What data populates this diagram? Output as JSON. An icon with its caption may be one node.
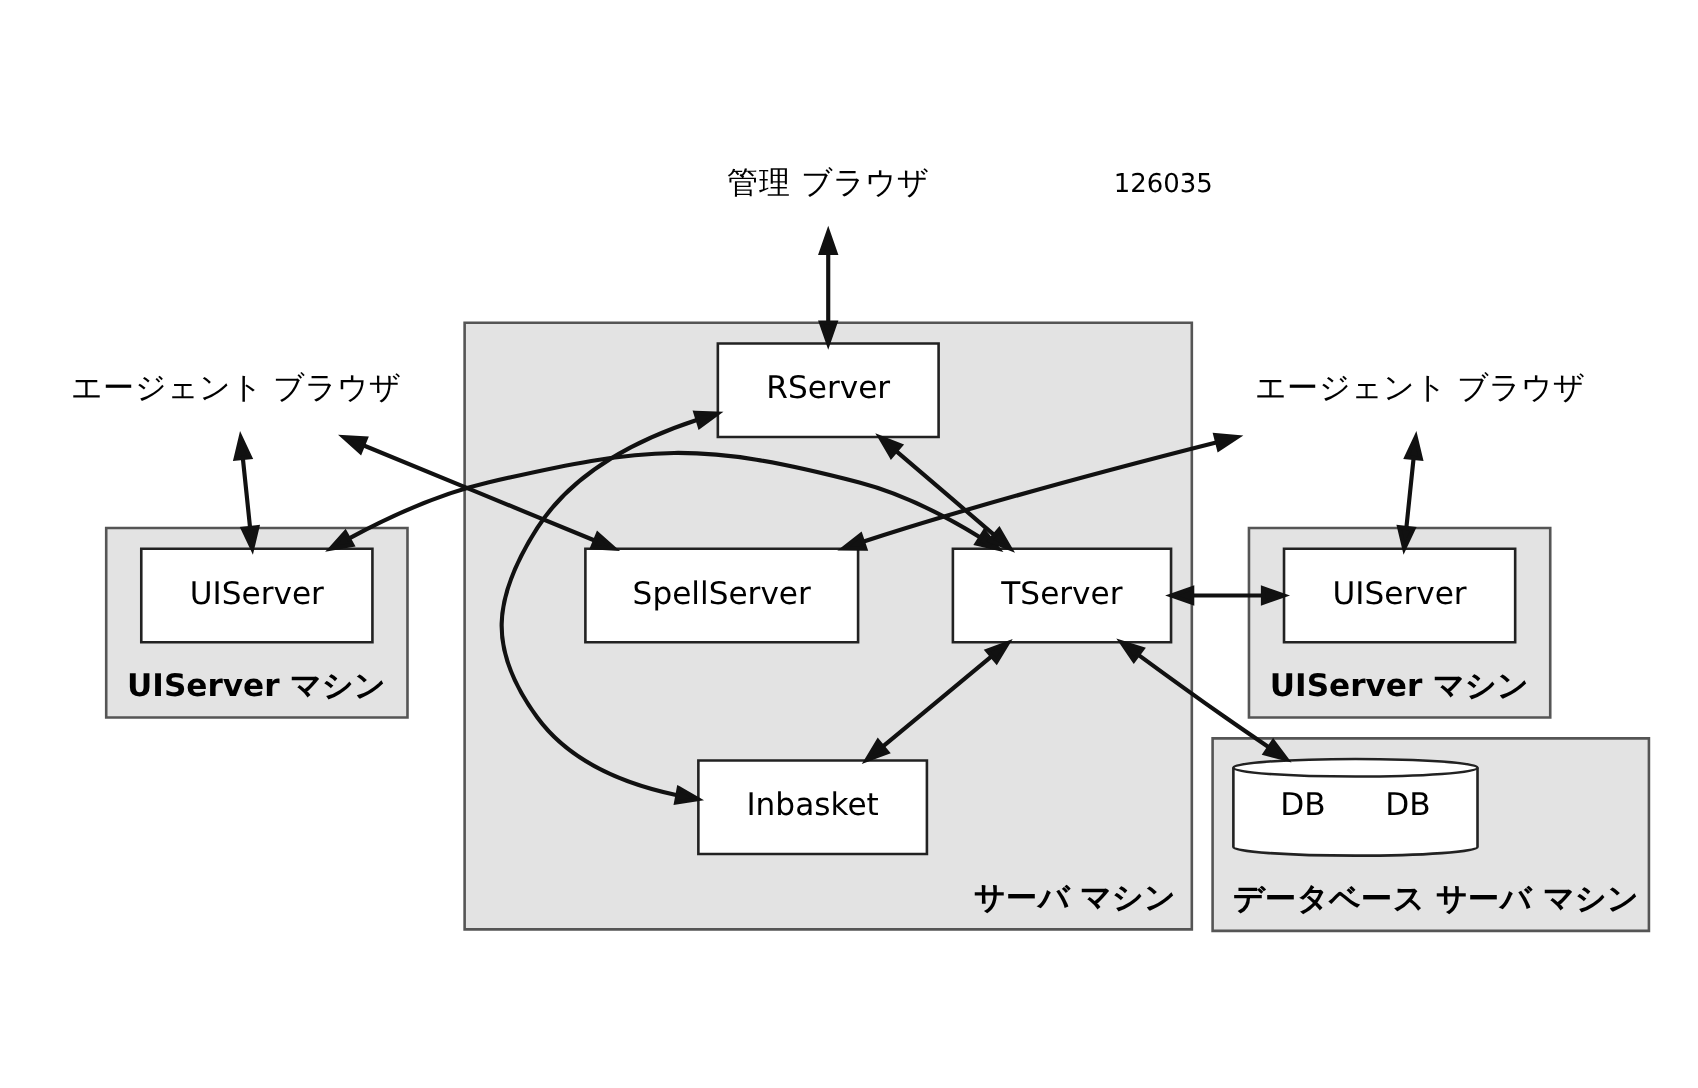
{
  "diagram": {
    "nodes": [
      {
        "text": [
          "エージェント ブラウザ"
        ]
      },
      {
        "text": [
          "エージェント ブラウザ"
        ]
      },
      {
        "text": [
          "管理 ブラウザ"
        ]
      },
      {
        "text": [
          "UIServer マシン"
        ]
      },
      {
        "text": [
          "UIServer"
        ],
        "in": 3
      },
      {
        "text": [
          "UIServer マシン"
        ]
      },
      {
        "text": [
          "UIServer"
        ],
        "in": 5
      },
      {
        "text": [
          "サーバ マシン"
        ]
      },
      {
        "text": [
          "SpellServer"
        ],
        "in": 7
      },
      {
        "text": [
          "RServer"
        ],
        "in": 7
      },
      {
        "text": [
          "TServer"
        ],
        "in": 7
      },
      {
        "text": [
          "Inbasket"
        ],
        "in": 7
      },
      {
        "text": [
          "データベース サーバ マシン"
        ]
      },
      {
        "text": [
          "DB",
          "DB"
        ],
        "in": 12
      }
    ],
    "edges": [
      {
        "from": 0,
        "to": 8,
        "arrow": "both"
      },
      {
        "from": 1,
        "to": 4,
        "arrow": "both"
      },
      {
        "from": 1,
        "to": 8,
        "arrow": "both"
      },
      {
        "from": 2,
        "to": 9,
        "arrow": "both"
      },
      {
        "from": 0,
        "to": 6,
        "arrow": "both"
      },
      {
        "from": 4,
        "to": 10,
        "arrow": "both"
      },
      {
        "from": 9,
        "to": 10,
        "arrow": "both"
      },
      {
        "from": 9,
        "to": 11,
        "arrow": "both"
      },
      {
        "from": 6,
        "to": 10,
        "arrow": "both"
      },
      {
        "from": 10,
        "to": 11,
        "arrow": "both"
      },
      {
        "from": 10,
        "to": 13,
        "arrow": "both"
      }
    ],
    "labels": [
      "126035"
    ]
  }
}
